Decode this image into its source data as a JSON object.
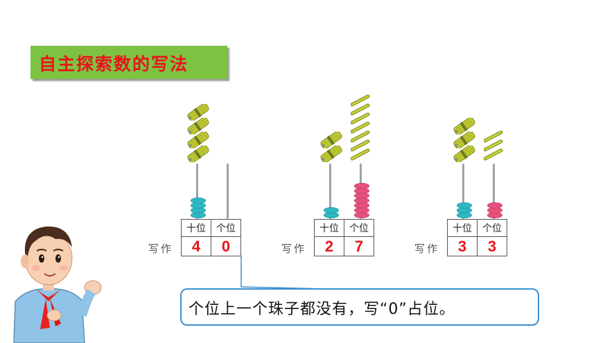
{
  "title": "自主探索数的写法",
  "header_tens": "十位",
  "header_ones": "个位",
  "write_label": "写作",
  "groups": [
    {
      "tens": "4",
      "ones": "0"
    },
    {
      "tens": "2",
      "ones": "7"
    },
    {
      "tens": "3",
      "ones": "3"
    }
  ],
  "callout": "个位上一个珠子都没有，写“0”占位。",
  "colors": {
    "title_bg": "#7ec242",
    "title_text": "#e8141c",
    "digit": "#e8141c",
    "callout_border": "#3b8fd0",
    "tens_bead": "#2db8c4",
    "ones_bead": "#e8507c"
  }
}
